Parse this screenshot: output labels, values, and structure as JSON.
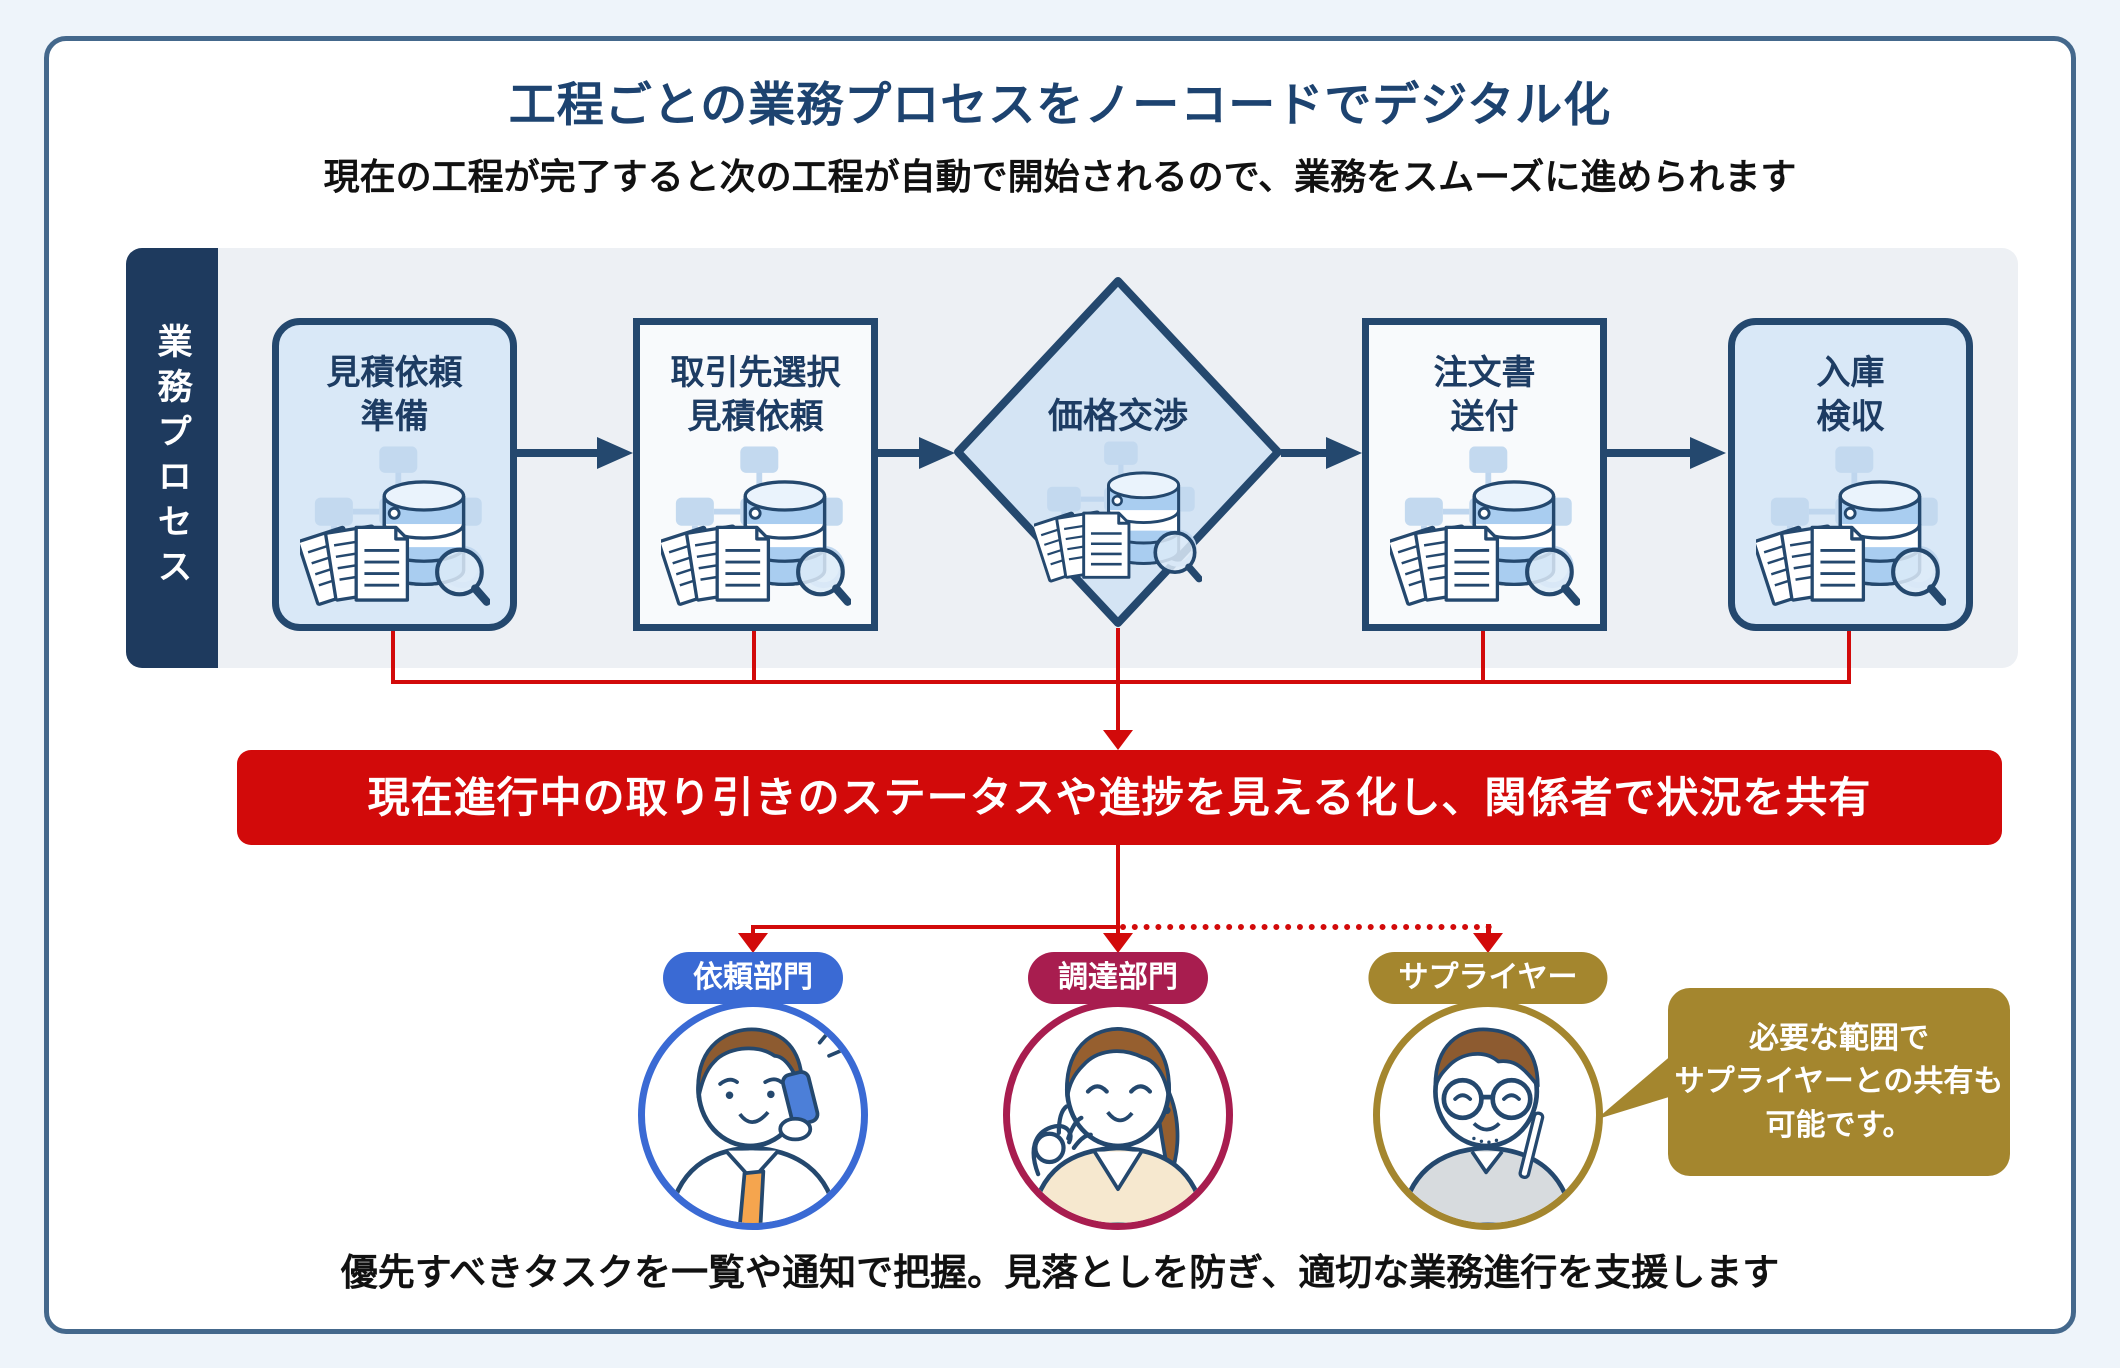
{
  "header": {
    "title": "工程ごとの業務プロセスをノーコードでデジタル化",
    "subtitle": "現在の工程が完了すると次の工程が自動で開始されるので、業務をスムーズに進められます"
  },
  "process": {
    "lane_label": "業務プロセス",
    "step_icon_name": "documents-database-magnifier-icon",
    "steps": [
      {
        "lines": [
          "見積依頼",
          "準備"
        ],
        "shape": "rounded"
      },
      {
        "lines": [
          "取引先選択",
          "見積依頼"
        ],
        "shape": "square"
      },
      {
        "lines": [
          "価格交渉"
        ],
        "shape": "diamond"
      },
      {
        "lines": [
          "注文書",
          "送付"
        ],
        "shape": "square"
      },
      {
        "lines": [
          "入庫",
          "検収"
        ],
        "shape": "rounded"
      }
    ]
  },
  "banner": {
    "text": "現在進行中の取り引きのステータスや進捗を見える化し、関係者で状況を共有"
  },
  "stakeholders": [
    {
      "label": "依頼部門",
      "color": "#3a6ad4",
      "avatar": "man-on-phone"
    },
    {
      "label": "調達部門",
      "color": "#a81d4f",
      "avatar": "woman-ok-sign"
    },
    {
      "label": "サプライヤー",
      "color": "#a4862e",
      "avatar": "man-with-glasses"
    }
  ],
  "callout": {
    "lines": [
      "必要な範囲で",
      "サプライヤーとの共有も",
      "可能です。"
    ]
  },
  "footer": {
    "caption": "優先すべきタスクを一覧や通知で把握。見落としを防ぎ、適切な業務進行を支援します"
  },
  "colors": {
    "accent_navy": "#1e3a5e",
    "title_navy": "#1d4370",
    "alert_red": "#d20a0a",
    "requester_blue": "#3a6ad4",
    "procurement_crimson": "#a81d4f",
    "supplier_gold": "#a4862e"
  }
}
